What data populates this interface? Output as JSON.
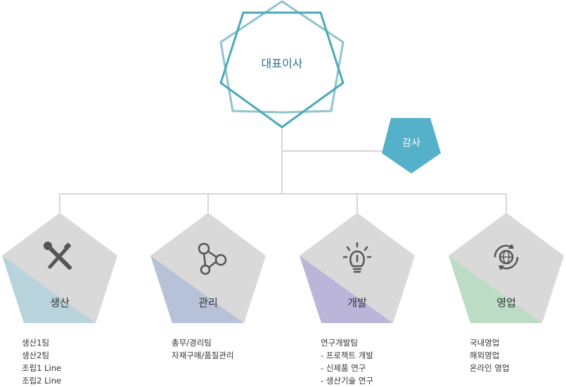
{
  "ceo": {
    "label": "대표이사"
  },
  "audit": {
    "label": "감사"
  },
  "departments": [
    {
      "label": "생산",
      "icon": "tools-icon",
      "accent": "#b9d3dc",
      "items": [
        "생산1팀",
        "생산2팀",
        "조립1 Line",
        "조립2 Line"
      ]
    },
    {
      "label": "관리",
      "icon": "network-icon",
      "accent": "#b7c2d8",
      "items": [
        "총무/경리팀",
        "자재구매/품질관리"
      ]
    },
    {
      "label": "개발",
      "icon": "lightbulb-icon",
      "accent": "#bbb6d9",
      "items": [
        "연구개발팀",
        "- 프로젝트 개발",
        "- 신제품 연구",
        "- 생산기술 연구"
      ]
    },
    {
      "label": "영업",
      "icon": "globe-icon",
      "accent": "#bcdcc6",
      "items": [
        "국내영업",
        "해외영업",
        "온라인 영업"
      ]
    }
  ],
  "colors": {
    "teal": "#4aa9b9",
    "teal_light": "#8fc4ce",
    "audit": "#55b1c9",
    "line": "#d6d6d6",
    "pent_gray": "#d9d9d9",
    "pent_light": "#e6e6e6"
  }
}
